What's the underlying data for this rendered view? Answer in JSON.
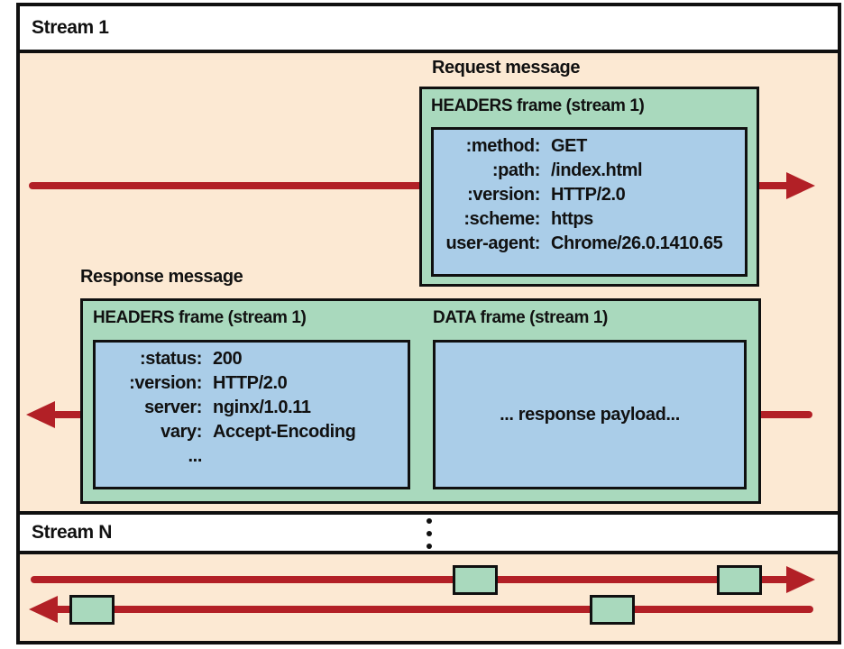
{
  "colors": {
    "peach": "#fce9d3",
    "green": "#a9d9bd",
    "blue": "#aacde8",
    "red": "#b22026",
    "border": "#101010"
  },
  "stream1": {
    "title": "Stream 1",
    "request": {
      "label": "Request message",
      "frame_title": "HEADERS frame (stream 1)",
      "rows": [
        {
          "k": ":method:",
          "v": "GET"
        },
        {
          "k": ":path:",
          "v": "/index.html"
        },
        {
          "k": ":version:",
          "v": "HTTP/2.0"
        },
        {
          "k": ":scheme:",
          "v": "https"
        },
        {
          "k": "user-agent:",
          "v": "Chrome/26.0.1410.65"
        }
      ]
    },
    "response": {
      "label": "Response message",
      "headers_frame_title": "HEADERS frame (stream 1)",
      "data_frame_title": "DATA frame (stream 1)",
      "rows": [
        {
          "k": ":status:",
          "v": "200"
        },
        {
          "k": ":version:",
          "v": "HTTP/2.0"
        },
        {
          "k": "server:",
          "v": "nginx/1.0.11"
        },
        {
          "k": "vary:",
          "v": "Accept-Encoding"
        },
        {
          "k": "...",
          "v": ""
        }
      ],
      "payload": "... response payload..."
    }
  },
  "streamN": {
    "title": "Stream N"
  }
}
